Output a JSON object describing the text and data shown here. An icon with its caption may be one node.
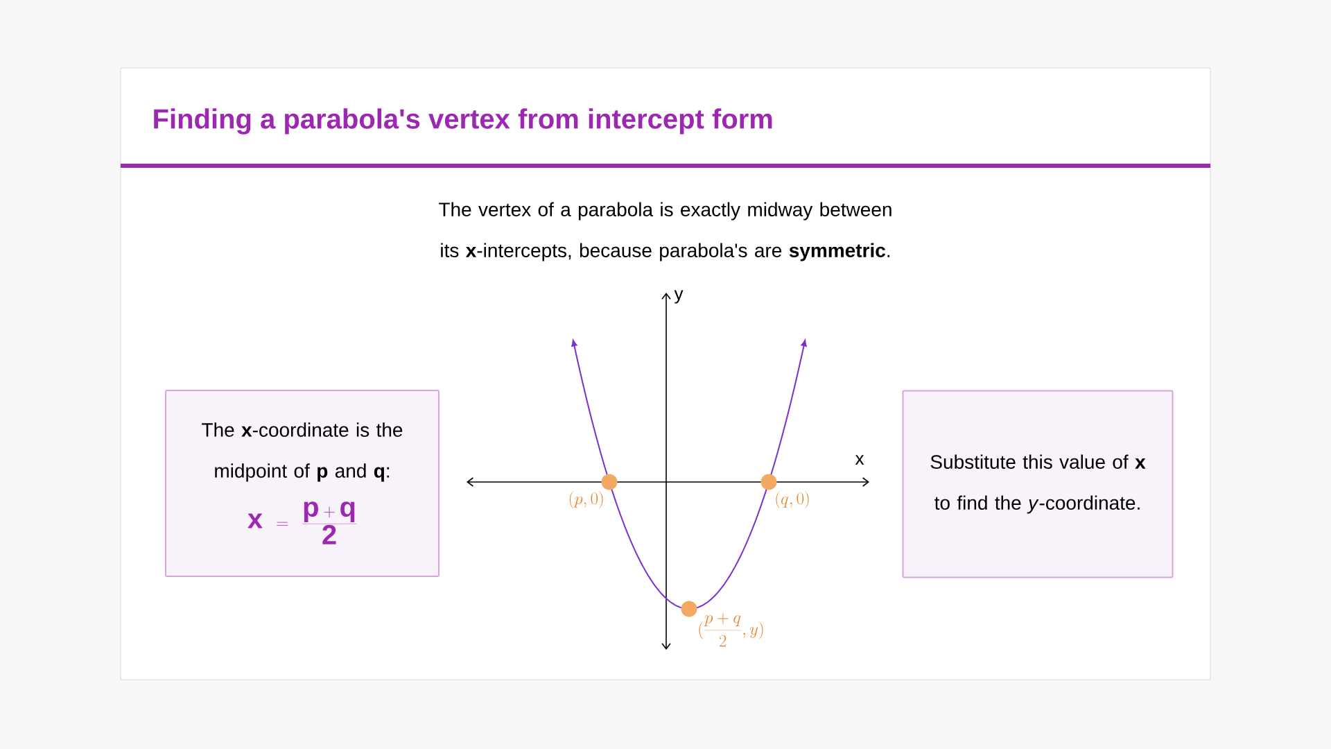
{
  "diagram": {
    "title": "Finding a parabola's vertex from intercept form",
    "nodes": [
      {
        "text": [
          "The **x**-coordinate is the midpoint of **p** and **q**:",
          "\\mathbf{x} = \\frac{\\mathbf{p+q}}{\\mathbf{2}}"
        ]
      },
      {
        "text": [
          "Substitute this value of **x** to find the *y*-coordinate."
        ]
      },
      {
        "text": [],
        "shape": "circle",
        "beside": [
          "(p, 0)"
        ]
      },
      {
        "text": [],
        "shape": "circle",
        "beside": [
          "(q, 0)"
        ]
      },
      {
        "text": [],
        "shape": "circle",
        "beside": [
          "(\\frac{p+q}{2}, y)"
        ]
      }
    ],
    "labels": [
      "The vertex of a parabola is exactly midway between its **x**-intercepts, because parabola's are **symmetric**.",
      "y",
      "x"
    ]
  }
}
